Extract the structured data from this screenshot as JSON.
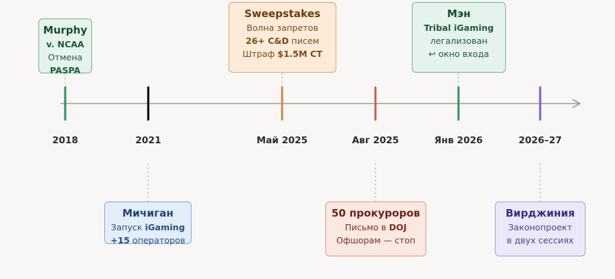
{
  "colors": {
    "green": "#2f8f63",
    "orange": "#c98a45",
    "red": "#c4604a",
    "purple": "#6f63c9",
    "axis": "#9a9a9a",
    "connector": "#bdbdbd"
  },
  "events": [
    {
      "year": "2018",
      "color": "green",
      "side": "top",
      "title": "Murphy",
      "lines": [
        [
          {
            "t": "v. NCAA",
            "b": true
          }
        ],
        [
          {
            "t": "Отмена "
          },
          {
            "t": "PASPA",
            "b": true
          }
        ]
      ]
    },
    {
      "year": "2021",
      "color": "blue",
      "side": "bottom",
      "title": "Мичиган",
      "lines": [
        [
          {
            "t": "Запуск "
          },
          {
            "t": "iGaming",
            "b": true
          }
        ],
        [
          {
            "t": "+15",
            "b": true
          },
          {
            "t": " операторов"
          }
        ]
      ]
    },
    {
      "year": "Май 2025",
      "color": "orange",
      "side": "top",
      "title": "Sweepstakes",
      "lines": [
        [
          {
            "t": "Волна запретов"
          }
        ],
        [
          {
            "t": "26+ C&D",
            "b": true
          },
          {
            "t": " писем"
          }
        ],
        [
          {
            "t": "Штраф "
          },
          {
            "t": "$1.5M CT",
            "b": true
          }
        ]
      ]
    },
    {
      "year": "Авг 2025",
      "color": "red",
      "side": "bottom",
      "title": "50 прокуроров",
      "lines": [
        [
          {
            "t": "Письмо в "
          },
          {
            "t": "DOJ",
            "b": true
          }
        ],
        [
          {
            "t": "Офшорам — стоп"
          }
        ]
      ]
    },
    {
      "year": "Янв 2026",
      "color": "green",
      "side": "top",
      "title": "Мэн",
      "lines": [
        [
          {
            "t": "Tribal iGaming",
            "b": true
          }
        ],
        [
          {
            "t": "легализован"
          }
        ],
        [
          {
            "t": "↩ окно входа"
          }
        ]
      ]
    },
    {
      "year": "2026–27",
      "color": "purple",
      "side": "bottom",
      "title": "Вирджиния",
      "lines": [
        [
          {
            "t": "Законопроект"
          }
        ],
        [
          {
            "t": "в двух сессиях"
          }
        ]
      ]
    }
  ]
}
